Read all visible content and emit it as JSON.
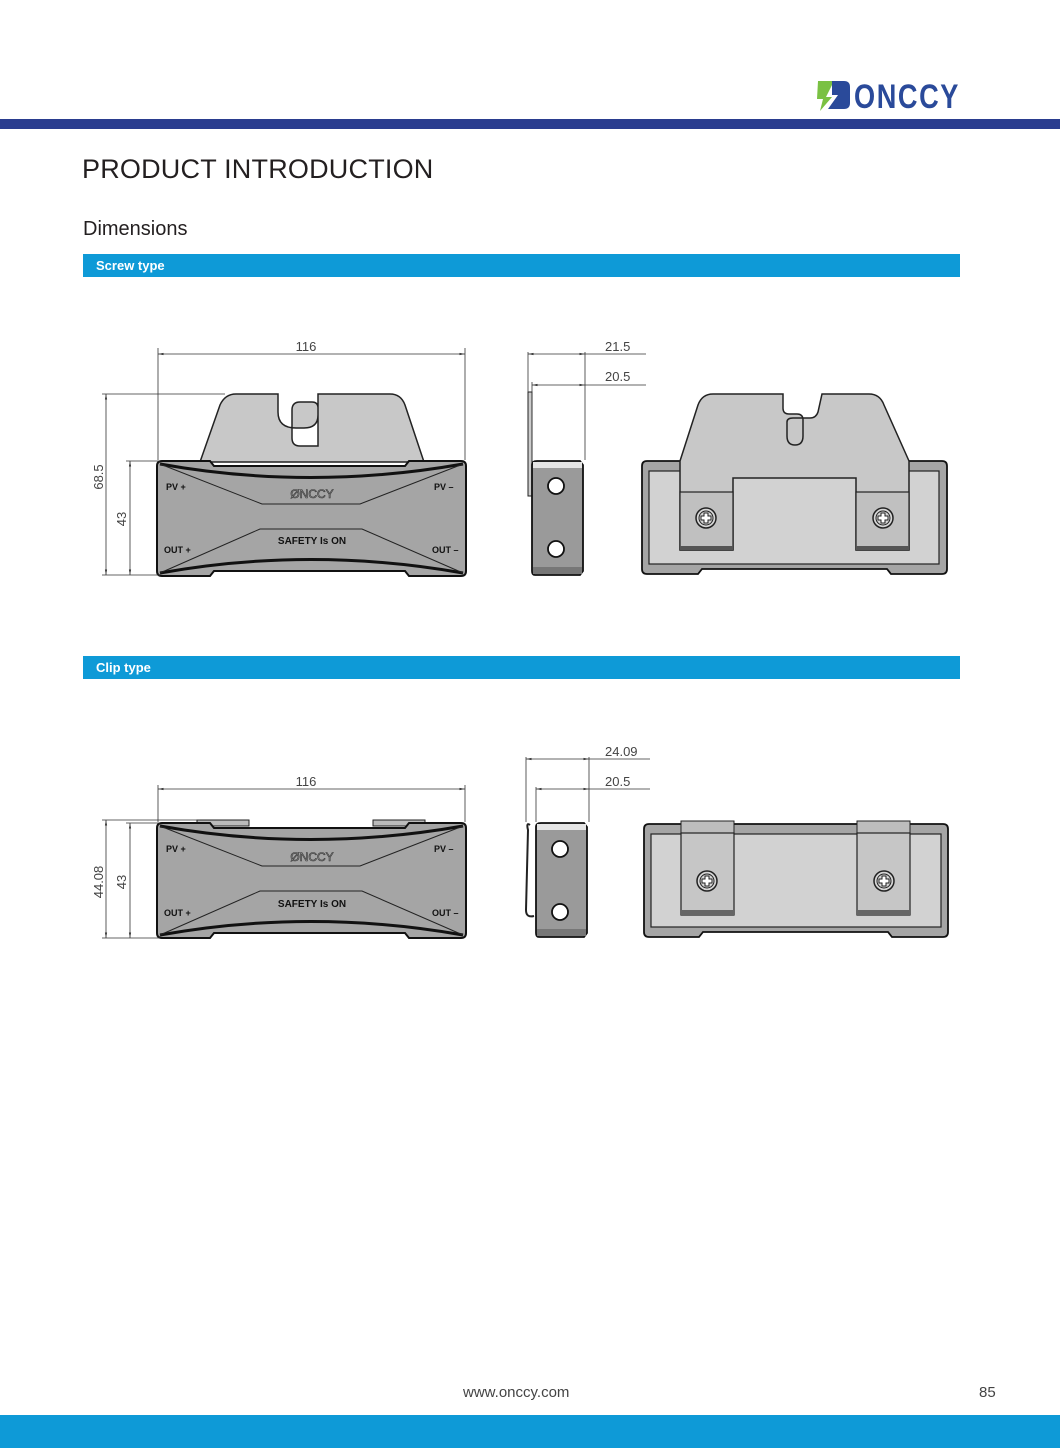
{
  "header": {
    "brand": "ONCCY",
    "logo_colors": {
      "bolt": "#7ac143",
      "text": "#2a4a9a"
    },
    "rule_color": "#2a3d8f"
  },
  "page": {
    "title": "PRODUCT INTRODUCTION",
    "subtitle": "Dimensions"
  },
  "sections": [
    {
      "label": "Screw type",
      "front_view": {
        "width_dim": "116",
        "total_height_dim": "68.5",
        "body_height_dim": "43",
        "labels": {
          "pv_plus": "PV +",
          "pv_minus": "PV –",
          "out_plus": "OUT +",
          "out_minus": "OUT –",
          "brand": "ØNCCY",
          "slogan": "SAFETY Is ON"
        }
      },
      "side_view": {
        "outer_depth_dim": "21.5",
        "inner_depth_dim": "20.5"
      },
      "back_view": {
        "fasteners": 2
      }
    },
    {
      "label": "Clip type",
      "front_view": {
        "width_dim": "116",
        "total_height_dim": "44.08",
        "body_height_dim": "43",
        "labels": {
          "pv_plus": "PV +",
          "pv_minus": "PV –",
          "out_plus": "OUT +",
          "out_minus": "OUT –",
          "brand": "ØNCCY",
          "slogan": "SAFETY Is ON"
        }
      },
      "side_view": {
        "outer_depth_dim": "24.09",
        "inner_depth_dim": "20.5"
      },
      "back_view": {
        "fasteners": 2
      }
    }
  ],
  "footer": {
    "url": "www.onccy.com",
    "page_number": "85",
    "band_color": "#0e9ad7"
  }
}
